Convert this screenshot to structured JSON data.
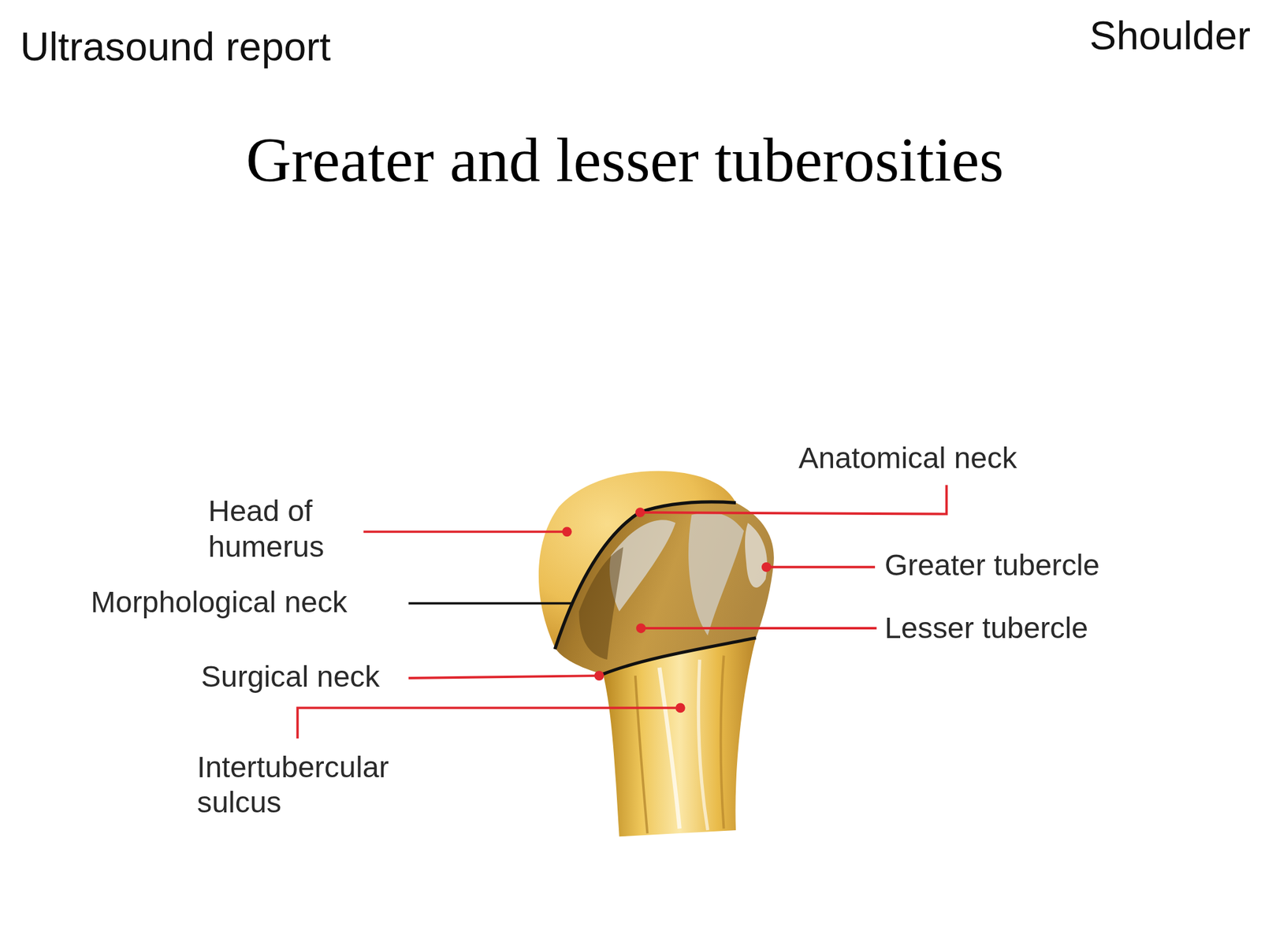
{
  "diagram": {
    "title": "Greater and lesser tuberosities",
    "labels": [
      "Ultrasound report",
      "Shoulder",
      "Head of humerus",
      "Morphological neck",
      "Surgical neck",
      "Intertubercular sulcus",
      "Anatomical neck",
      "Greater tubercle",
      "Lesser tubercle"
    ]
  }
}
